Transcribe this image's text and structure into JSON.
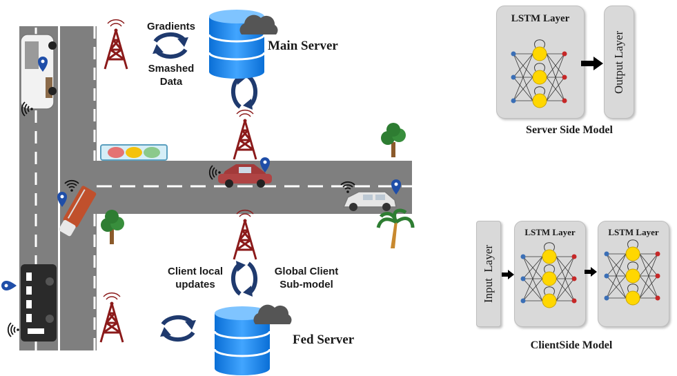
{
  "labels": {
    "gradients": "Gradients",
    "smashed_data": "Smashed\nData",
    "main_server": "Main Server",
    "fed_server": "Fed Server",
    "client_local_updates": "Client local\nupdates",
    "global_client_submodel": "Global Client\nSub-model"
  },
  "server_model": {
    "lstm_label": "LSTM Layer",
    "output_label": "Output Layer",
    "caption": "Server Side Model"
  },
  "client_model": {
    "input_label": "Input  Layer",
    "lstm1_label": "LSTM Layer",
    "lstm2_label": "LSTM Layer",
    "caption": "ClientSide Model"
  },
  "colors": {
    "road": "#7f7f7f",
    "database": "#1e90ff",
    "arrow": "#1f3a6e",
    "tower": "#8b1a1a",
    "neuron_yellow": "#ffd700",
    "panel": "#d9d9d9"
  }
}
